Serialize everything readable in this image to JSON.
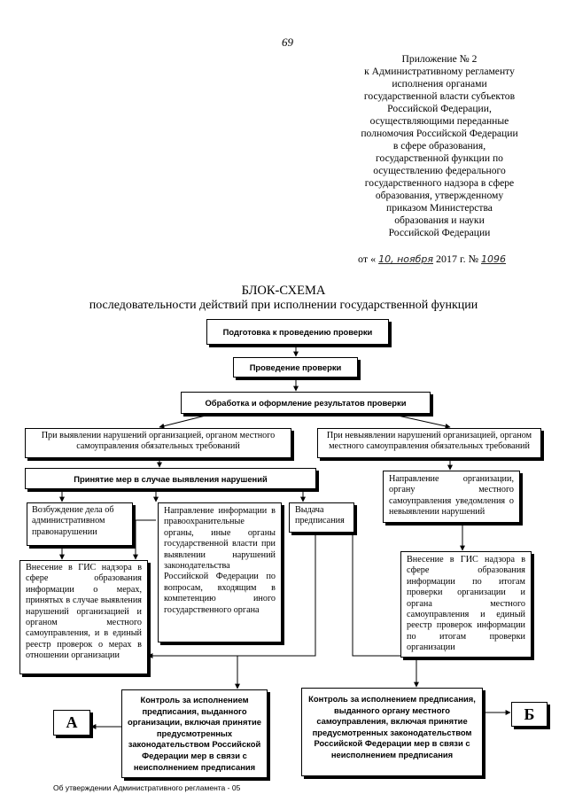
{
  "page_number": "69",
  "appendix": {
    "lines": [
      "Приложение № 2",
      "к Административному регламенту",
      "исполнения органами",
      "государственной власти субъектов",
      "Российской Федерации,",
      "осуществляющими переданные",
      "полномочия Российской Федерации",
      "в сфере образования,",
      "государственной функции по",
      "осуществлению федерального",
      "государственного надзора в сфере",
      "образования, утвержденному",
      "приказом Министерства",
      "образования и науки",
      "Российской Федерации"
    ],
    "date_prefix": "от «",
    "date_handwritten": "10, ноября",
    "date_year": "2017 г. №",
    "number_handwritten": "1096"
  },
  "title": "БЛОК-СХЕМА",
  "subtitle": "последовательности действий при исполнении государственной функции",
  "boxes": {
    "prep": "Подготовка к проведению проверки",
    "conduct": "Проведение проверки",
    "processing": "Обработка  и оформление результатов проверки",
    "violations_found": "При выявлении нарушений организацией, органом местного самоуправления обязательных требований",
    "violations_not_found": "При невыявлении нарушений организацией, органом местного самоуправления обязательных требований",
    "measures": "Принятие мер в случае выявления нарушений",
    "case": "Возбуждение дела об административном правонарушении",
    "info_direction": "Направление информации в правоохранительные органы, иные органы государственной власти при выявлении нарушений законодательства Российской Федерации по вопросам, входящим в компетенцию иного государственного органа",
    "order_issue": "Выдача предписания",
    "notice": "Направление организации, органу местного самоуправления уведомления о невыявлении нарушений",
    "gis_left": "Внесение в ГИС надзора в сфере образования информации о мерах, принятых в случае выявления нарушений организацией и органом местного самоуправления, и в единый реестр проверок о мерах в отношении организации",
    "gis_right": "Внесение в ГИС надзора в сфере образования информации по итогам проверки организации и органа местного самоуправления и единый реестр проверок информации по итогам проверки организации",
    "control_left": "Контроль за исполнением предписания, выданного организации, включая принятие предусмотренных законодательством Российской Федерации мер в связи с неисполнением предписания",
    "control_right": "Контроль за исполнением предписания, выданного органу местного самоуправления, включая принятие предусмотренных законодательством Российской Федерации мер в связи с неисполнением предписания",
    "letter_a": "А",
    "letter_b": "Б"
  },
  "footer": "Об утверждении Административного регламента - 05"
}
